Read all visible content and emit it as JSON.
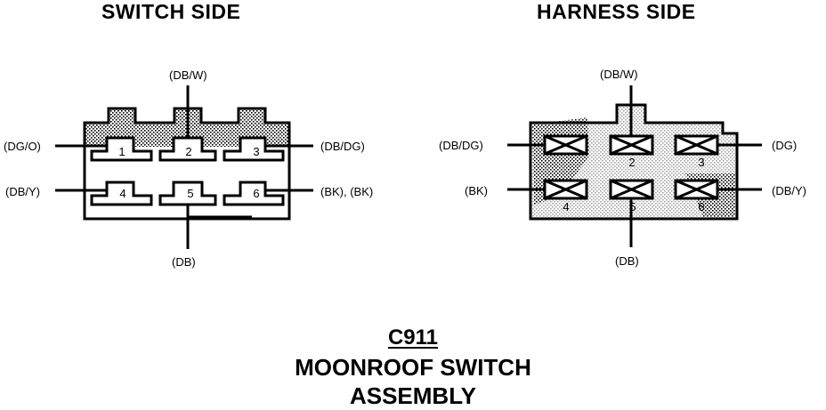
{
  "headings": {
    "switch_side": "SWITCH SIDE",
    "harness_side": "HARNESS SIDE"
  },
  "switch_side": {
    "wires": {
      "top": "(DB/W)",
      "left_1": "(DG/O)",
      "right_3": "(DB/DG)",
      "left_4": "(DB/Y)",
      "right_6": "(BK), (BK)",
      "bottom": "(DB)"
    },
    "pins": [
      "1",
      "2",
      "3",
      "4",
      "5",
      "6"
    ]
  },
  "harness_side": {
    "wires": {
      "top": "(DB/W)",
      "left_1": "(DB/DG)",
      "right_3": "(DG)",
      "left_4": "(BK)",
      "right_6": "(DB/Y)",
      "bottom": "(DB)"
    },
    "pins": [
      "2",
      "3",
      "4",
      "5",
      "6"
    ]
  },
  "footer": {
    "code": "C911",
    "title_line1": "MOONROOF SWITCH",
    "title_line2": "ASSEMBLY"
  }
}
